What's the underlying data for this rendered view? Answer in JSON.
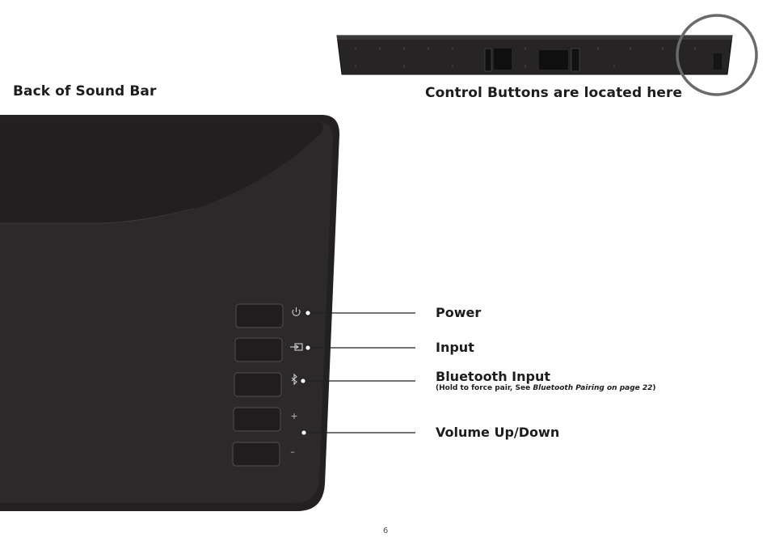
{
  "headings": {
    "back_title": "Back of Sound Bar",
    "control_location": "Control Buttons are located here"
  },
  "callouts": [
    {
      "label": "Power",
      "button": "power-button",
      "icon": "power-icon"
    },
    {
      "label": "Input",
      "button": "input-button",
      "icon": "input-icon"
    },
    {
      "label": "Bluetooth Input",
      "button": "bluetooth-button",
      "icon": "bluetooth-icon",
      "note_prefix": "(Hold to force pair, See ",
      "note_ref": "Bluetooth Pairing on page 22",
      "note_suffix": ")"
    },
    {
      "label": "Volume Up/Down",
      "button": "volume-buttons",
      "icon": "plus-minus-icon"
    }
  ],
  "volume_symbols": {
    "up": "+",
    "down": "–"
  },
  "page_number": "6",
  "colors": {
    "bar_body": "#262424",
    "bar_edge": "#3a3838",
    "button_fill": "#1f1d1d",
    "button_edge": "#4a4747",
    "callout_line": "#222222",
    "magnifier_ring": "#6a6a6a"
  }
}
